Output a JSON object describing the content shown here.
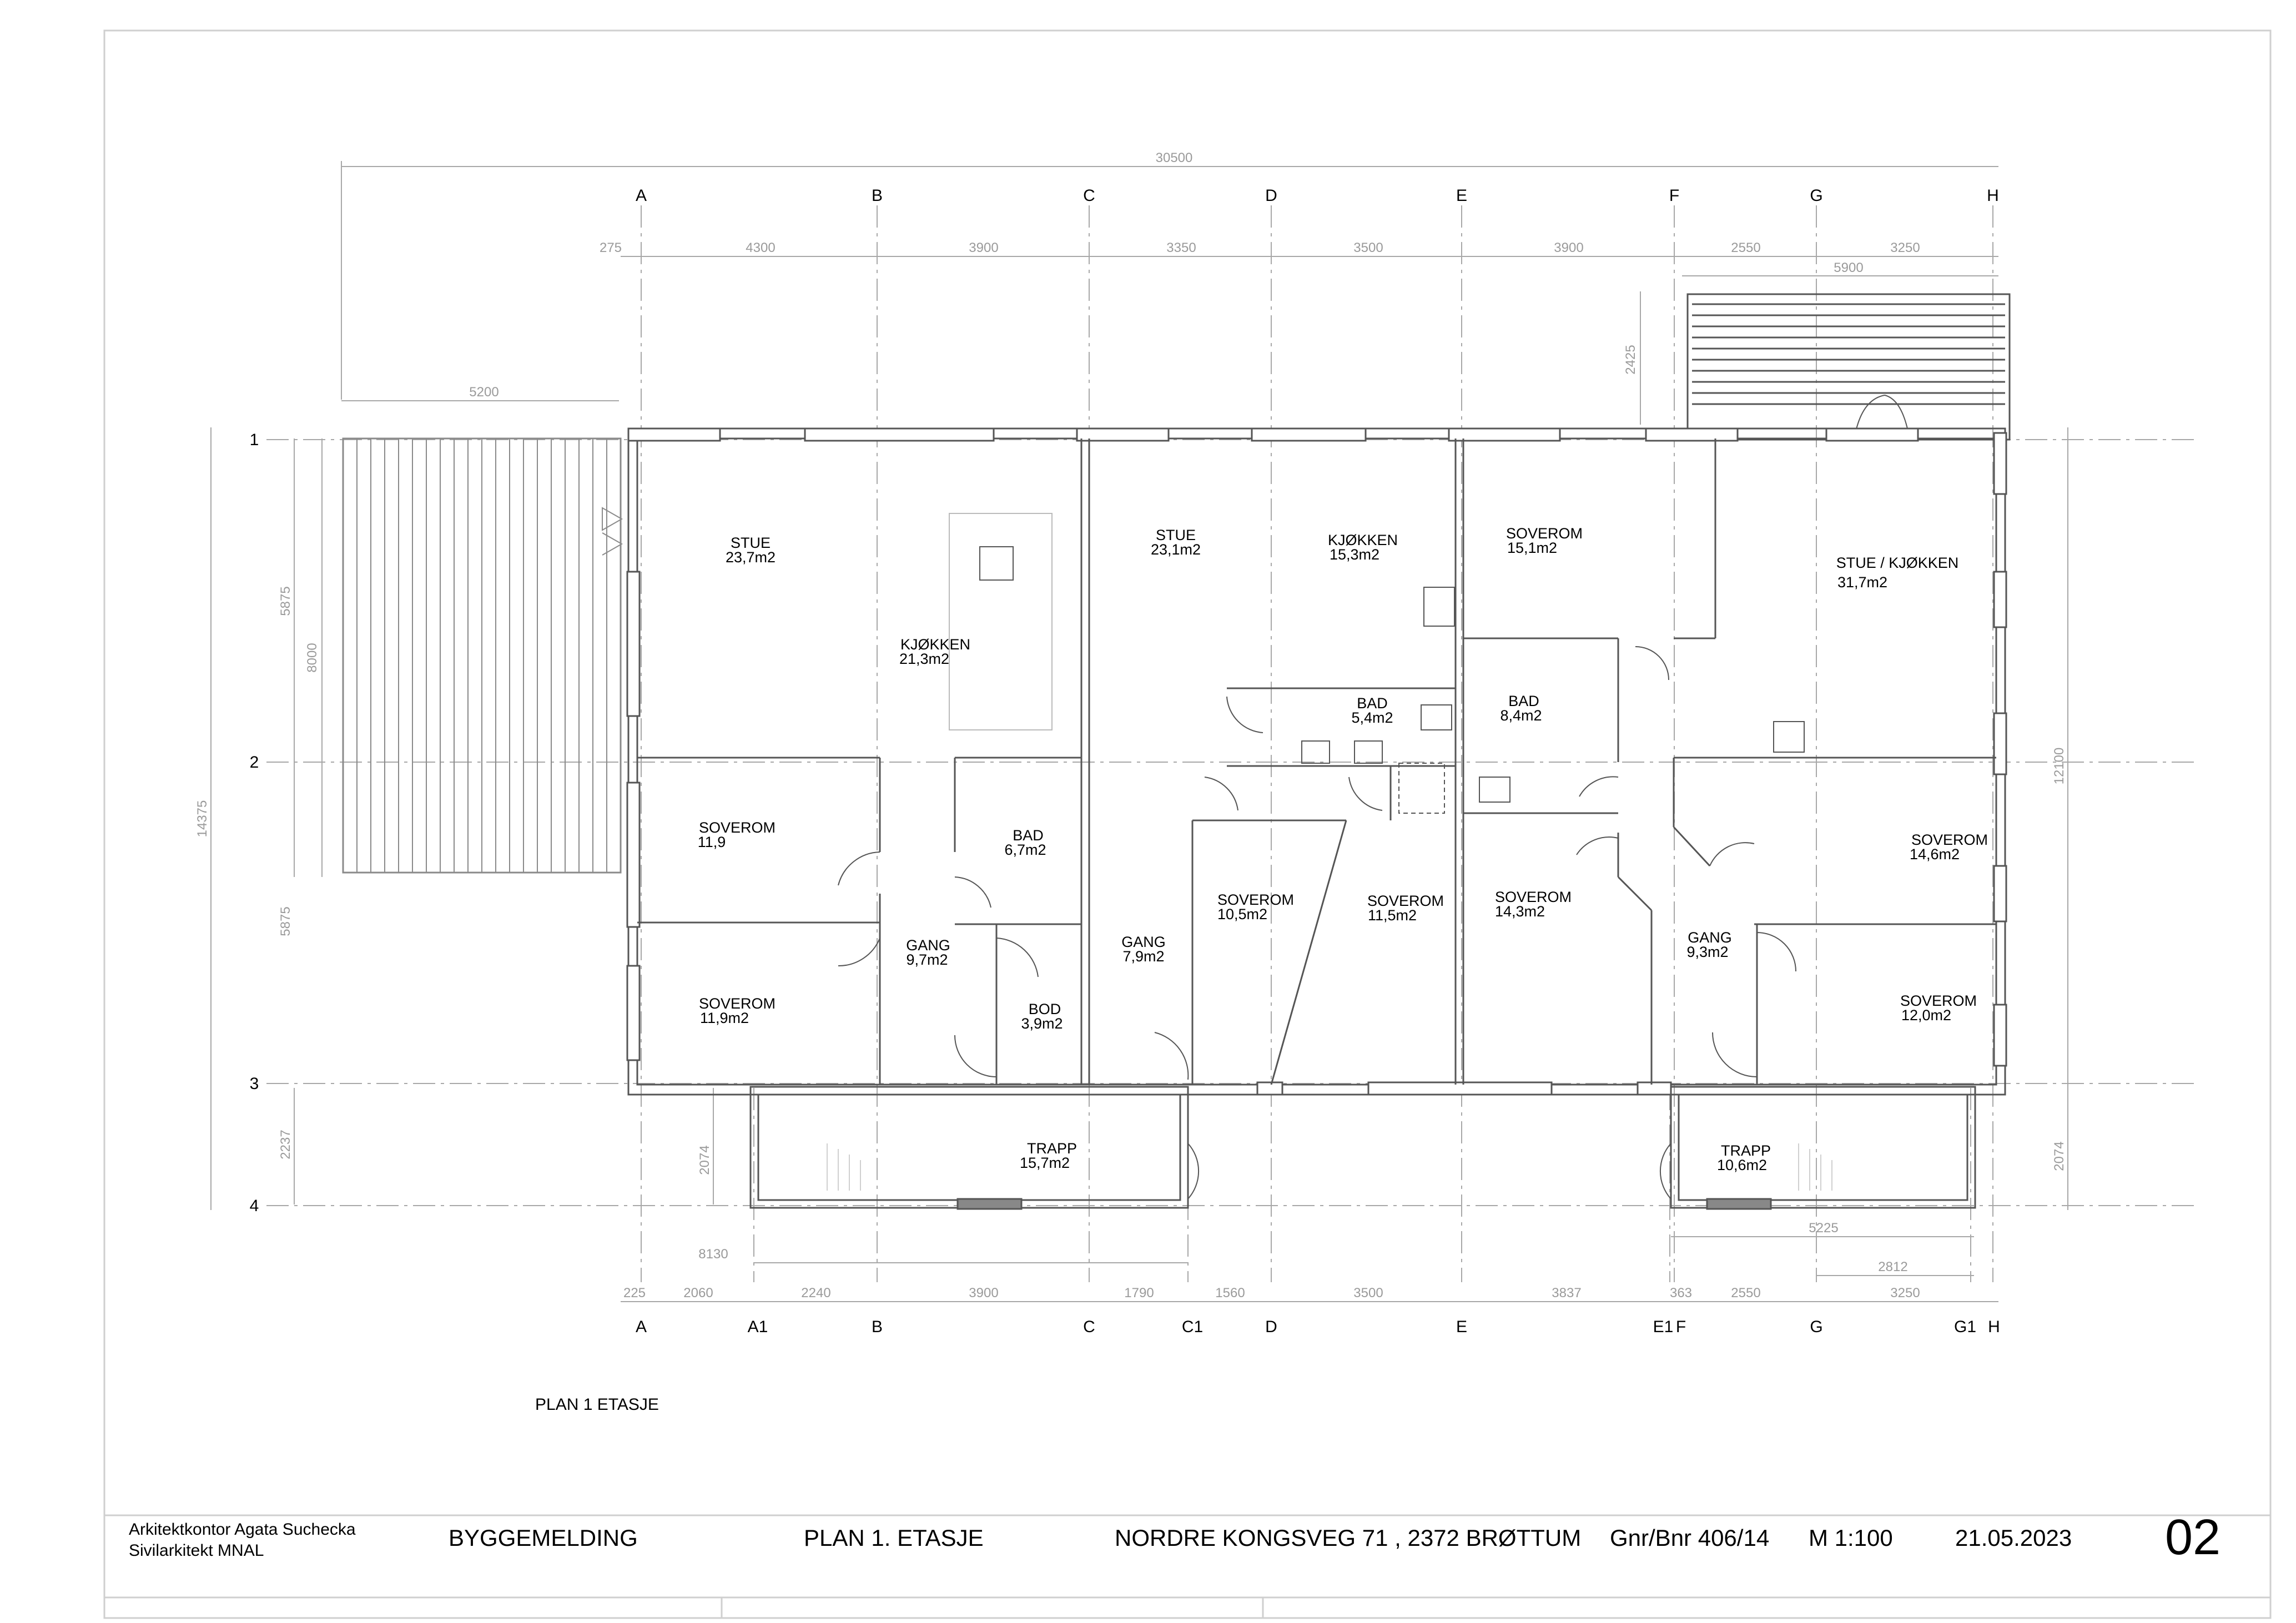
{
  "plan_title": "PLAN 1 ETASJE",
  "axes_top": [
    "A",
    "B",
    "C",
    "D",
    "E",
    "F",
    "G",
    "H"
  ],
  "axes_bottom": [
    "A",
    "A1",
    "B",
    "C",
    "C1",
    "D",
    "E",
    "E1",
    "F",
    "G",
    "G1",
    "H"
  ],
  "axes_rows": [
    "1",
    "2",
    "3",
    "4"
  ],
  "dimensions": {
    "overall": "30500",
    "top": [
      "275",
      "4300",
      "3900",
      "3350",
      "3500",
      "3900",
      "2550",
      "3250"
    ],
    "terrace_top_width": "5900",
    "terrace_top_depth": "2425",
    "deck_width": "5200",
    "left_total": "14375",
    "left_a": "5875",
    "left_b": "8000",
    "left_c": "5875",
    "left_d": "2237",
    "left_stair": "2074",
    "right_total": "12100",
    "right_stair": "2074",
    "stair_left_width": "8130",
    "stair_right_width": "5225",
    "stair_right_inner": "2812",
    "bottom": [
      "225",
      "2060",
      "2240",
      "3900",
      "1790",
      "1560",
      "3500",
      "3837",
      "363",
      "2550",
      "3250"
    ]
  },
  "rooms": [
    {
      "name": "STUE",
      "area": "23,7m2"
    },
    {
      "name": "KJØKKEN",
      "area": "21,3m2"
    },
    {
      "name": "STUE",
      "area": "23,1m2"
    },
    {
      "name": "KJØKKEN",
      "area": "15,3m2"
    },
    {
      "name": "SOVEROM",
      "area": "15,1m2"
    },
    {
      "name": "STUE / KJØKKEN",
      "area": "31,7m2"
    },
    {
      "name": "BAD",
      "area": "5,4m2"
    },
    {
      "name": "BAD",
      "area": "8,4m2"
    },
    {
      "name": "SOVEROM",
      "area": "11,9"
    },
    {
      "name": "BAD",
      "area": "6,7m2"
    },
    {
      "name": "GANG",
      "area": "9,7m2"
    },
    {
      "name": "SOVEROM",
      "area": "11,9m2"
    },
    {
      "name": "BOD",
      "area": "3,9m2"
    },
    {
      "name": "GANG",
      "area": "7,9m2"
    },
    {
      "name": "SOVEROM",
      "area": "10,5m2"
    },
    {
      "name": "SOVEROM",
      "area": "11,5m2"
    },
    {
      "name": "SOVEROM",
      "area": "14,3m2"
    },
    {
      "name": "GANG",
      "area": "9,3m2"
    },
    {
      "name": "SOVEROM",
      "area": "14,6m2"
    },
    {
      "name": "SOVEROM",
      "area": "12,0m2"
    },
    {
      "name": "TRAPP",
      "area": "15,7m2"
    },
    {
      "name": "TRAPP",
      "area": "10,6m2"
    }
  ],
  "title_block": {
    "office_line1": "Arkitektkontor  Agata Suchecka",
    "office_line2": "Sivilarkitekt MNAL",
    "doc_type": "BYGGEMELDING",
    "drawing": "PLAN 1. ETASJE",
    "address": "NORDRE KONGSVEG 71   , 2372 BRØTTUM",
    "gnr_bnr": "Gnr/Bnr 406/14",
    "scale": "M 1:100",
    "date": "21.05.2023",
    "sheet_no": "02"
  }
}
